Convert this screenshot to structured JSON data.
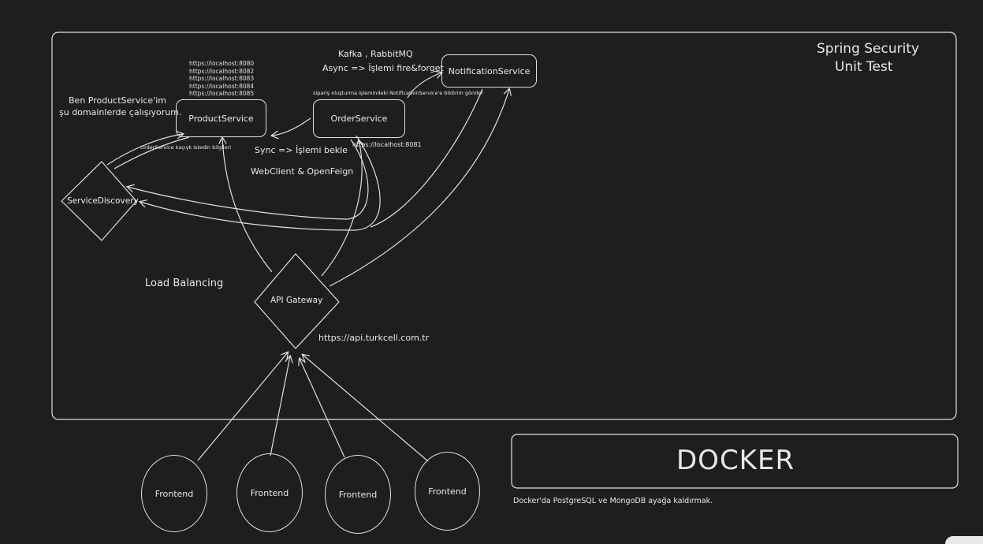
{
  "title_box": {
    "line1": "Spring Security",
    "line2": "Unit Test"
  },
  "nodes": {
    "product_service": "ProductService",
    "order_service": "OrderService",
    "notification_service": "NotificationService",
    "service_discovery": "ServiceDiscovery",
    "api_gateway": "API Gateway"
  },
  "product_urls": [
    "https://localhost:8080",
    "https://localhost:8082",
    "https://localhost:8083",
    "https://localhost:8084",
    "https://localhost:8085"
  ],
  "notes": {
    "product_domain_line1": "Ben ProductService'im",
    "product_domain_line2": "şu domainlerde çalışıyorum.",
    "kafka": "Kafka , RabbitMQ",
    "async": "Async => İşlemi fire&forget",
    "order_tiny": "sipariş oluşturma işlemindeki NotificationService'e bildirim gönder",
    "order_url": "https://localhost:8081",
    "discovery_note": "OrderService kaçıyk istedin bilgileri",
    "sync": "Sync => İşlemi bekle",
    "webclient": "WebClient & OpenFeign",
    "load_balancing": "Load Balancing",
    "api_url": "https://api.turkcell.com.tr",
    "docker": "DOCKER",
    "docker_note": "Docker'da PostgreSQL ve MongoDB ayağa kaldırmak."
  },
  "frontends": [
    "Frontend",
    "Frontend",
    "Frontend",
    "Frontend"
  ],
  "colors": {
    "background": "#1e1e1f",
    "stroke": "#e0e0e0"
  }
}
